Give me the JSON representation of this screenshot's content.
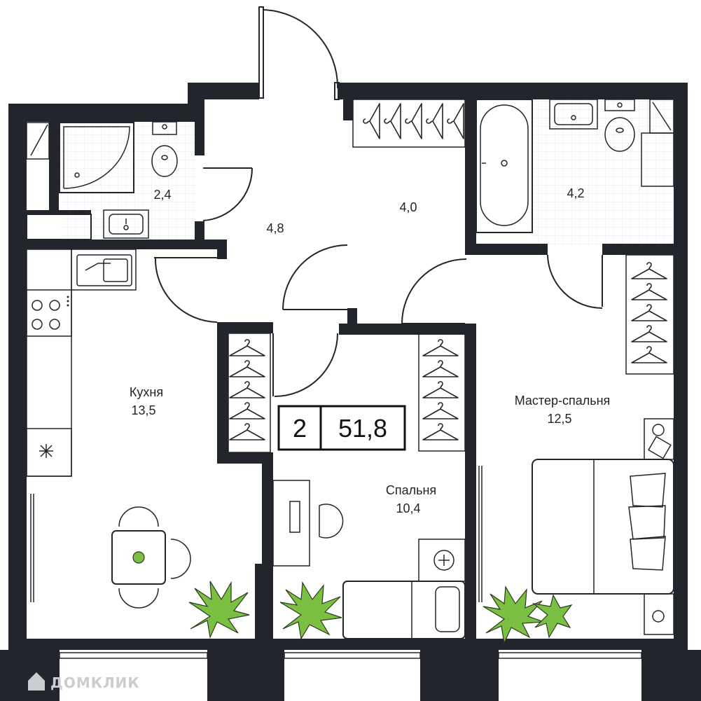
{
  "rooms": [
    {
      "id": "bathroom-small",
      "area": "2,4"
    },
    {
      "id": "hallway",
      "area": "4,8"
    },
    {
      "id": "wardrobe",
      "area": "4,0"
    },
    {
      "id": "bathroom-master",
      "area": "4,2"
    },
    {
      "id": "kitchen",
      "name": "Кухня",
      "area": "13,5"
    },
    {
      "id": "bedroom",
      "name": "Спальня",
      "area": "10,4"
    },
    {
      "id": "master-bedroom",
      "name": "Мастер-спальня",
      "area": "12,5"
    }
  ],
  "apartment": {
    "rooms_count": "2",
    "total_area": "51,8"
  },
  "watermark": "ДОМКЛИК",
  "colors": {
    "wall": "#22252b",
    "plant_green": "#7bc043",
    "watermark": "#c9ccd1"
  }
}
